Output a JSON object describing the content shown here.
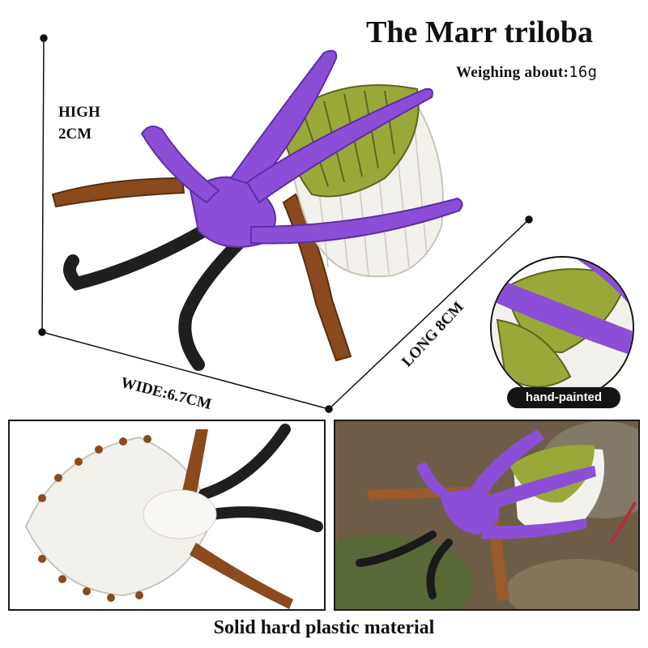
{
  "title": "The Marr triloba",
  "weight_label": "Weighing about:",
  "weight_value": "16g",
  "dimensions": {
    "high_label": "HIGH",
    "high_value": "2CM",
    "wide": "WIDE:6.7CM",
    "long": "LONG 8CM"
  },
  "badge": "hand-painted",
  "material": "Solid hard plastic material",
  "colors": {
    "purple": "#8a4fd6",
    "olive": "#9aa83a",
    "shell_white": "#f3f1ec",
    "bronze": "#8a4a1e",
    "black_leg": "#2a2a2a"
  }
}
